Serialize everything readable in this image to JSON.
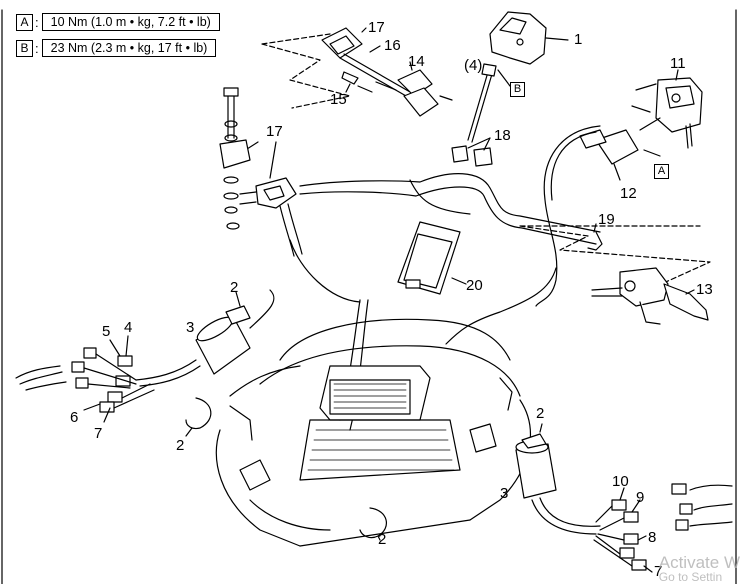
{
  "torque_legend": [
    {
      "key": "A",
      "spec": "10 Nm (1.0 m • kg, 7.2 ft • lb)"
    },
    {
      "key": "B",
      "spec": "23 Nm (2.3 m • kg, 17 ft • lb)"
    }
  ],
  "callouts": {
    "c1": "1",
    "c2a": "2",
    "c2b": "2",
    "c2c": "2",
    "c2d": "2",
    "c3a": "3",
    "c3b": "3",
    "c4": "4",
    "c4p": "(4)",
    "c5": "5",
    "c6": "6",
    "c7a": "7",
    "c7b": "7",
    "c8": "8",
    "c9": "9",
    "c10": "10",
    "c11": "11",
    "c12": "12",
    "c13": "13",
    "c14": "14",
    "c15": "15",
    "c16": "16",
    "c17a": "17",
    "c17b": "17",
    "c18": "18",
    "c19": "19",
    "c20": "20"
  },
  "torque_marks": {
    "m_b": "B",
    "m_a": "A"
  },
  "watermark": {
    "line1": "Activate W",
    "line2": "Go to Settin"
  }
}
